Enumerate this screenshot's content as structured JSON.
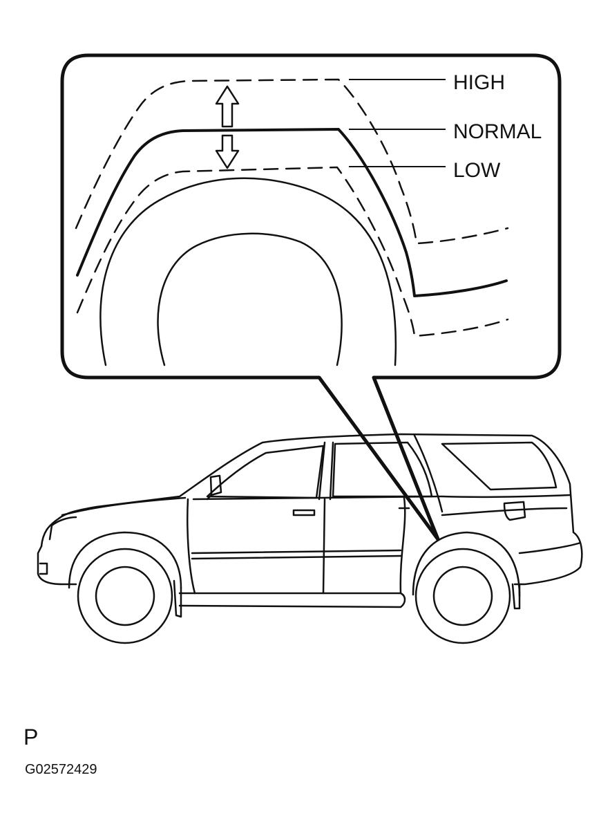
{
  "labels": {
    "high": "HIGH",
    "normal": "NORMAL",
    "low": "LOW"
  },
  "section_letter": "P",
  "figure_code": "G02572429"
}
